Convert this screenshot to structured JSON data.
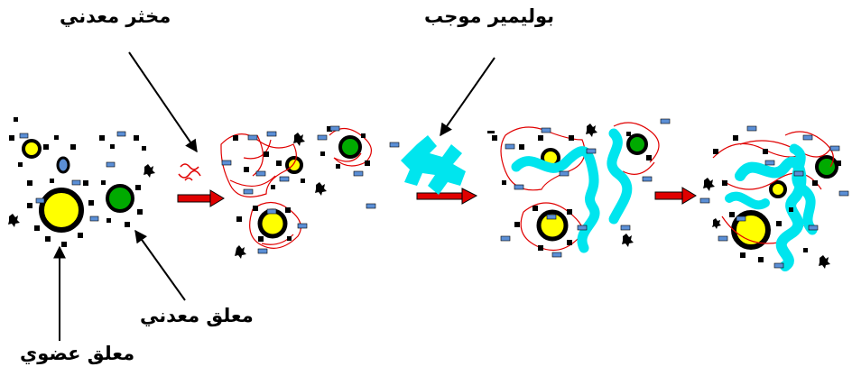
{
  "labels": {
    "coagulant": "مخثر معدني",
    "polymer": "بوليمير موجب",
    "metal_suspension": "معلق معدني",
    "organic_suspension": "معلق عضوي"
  },
  "colors": {
    "yellow_particle": "#ffff00",
    "green_particle": "#00aa00",
    "cyan_polymer": "#00e5ee",
    "red_strands": "#e00000",
    "blue_ions": "#5b8fd6",
    "black": "#000000"
  },
  "stages": [
    "raw-suspension",
    "coagulation",
    "polymer-addition",
    "flocculation",
    "floc"
  ]
}
